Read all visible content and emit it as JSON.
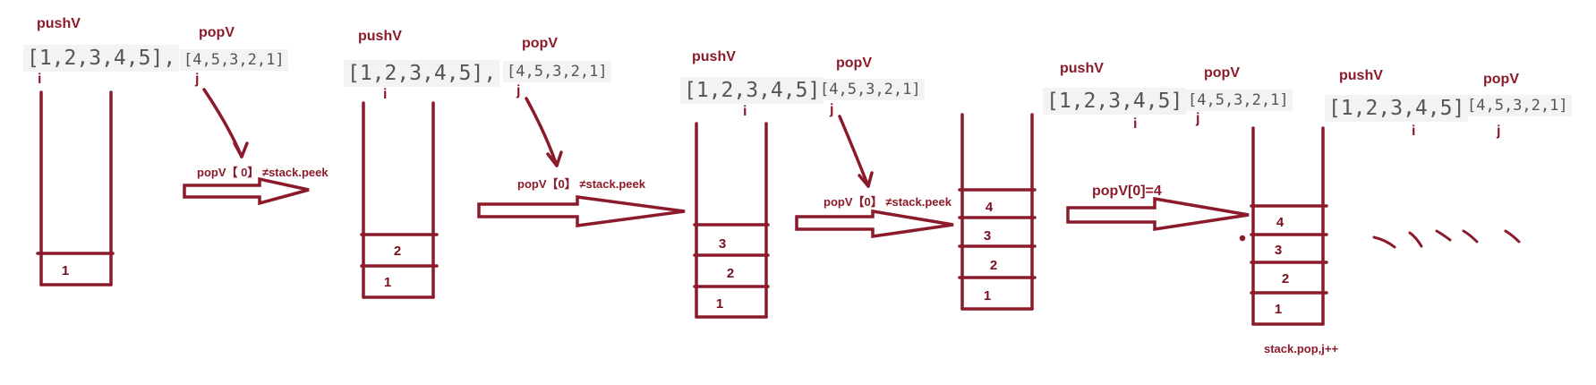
{
  "colors": {
    "ink": "#8b1a2b",
    "array_bg": "#f3f3f3",
    "array_text": "#555555"
  },
  "labels": {
    "pushV": "pushV",
    "popV": "popV",
    "i": "i",
    "j": "j"
  },
  "steps": [
    {
      "push_array": "[1,2,3,4,5],",
      "pop_array": "[4,5,3,2,1]",
      "stack": [
        "1"
      ],
      "arrow_label": "popV【 0】 ≠stack.peek"
    },
    {
      "push_array": "[1,2,3,4,5],",
      "pop_array": "[4,5,3,2,1]",
      "stack": [
        "1",
        "2"
      ],
      "arrow_label": "popV【0】 ≠stack.peek"
    },
    {
      "push_array": "[1,2,3,4,5]",
      "pop_array": "[4,5,3,2,1]",
      "stack": [
        "1",
        "2",
        "3"
      ],
      "arrow_label": "popV【0】 ≠stack.peek"
    },
    {
      "push_array": "[1,2,3,4,5]",
      "pop_array": "[4,5,3,2,1]",
      "stack": [
        "1",
        "2",
        "3",
        "4"
      ],
      "arrow_label": "popV[0]=4"
    },
    {
      "push_array": "[1,2,3,4,5]",
      "pop_array": "[4,5,3,2,1]",
      "stack": [
        "1",
        "2",
        "3",
        "4"
      ],
      "bottom_label": "stack.pop,j++"
    }
  ]
}
